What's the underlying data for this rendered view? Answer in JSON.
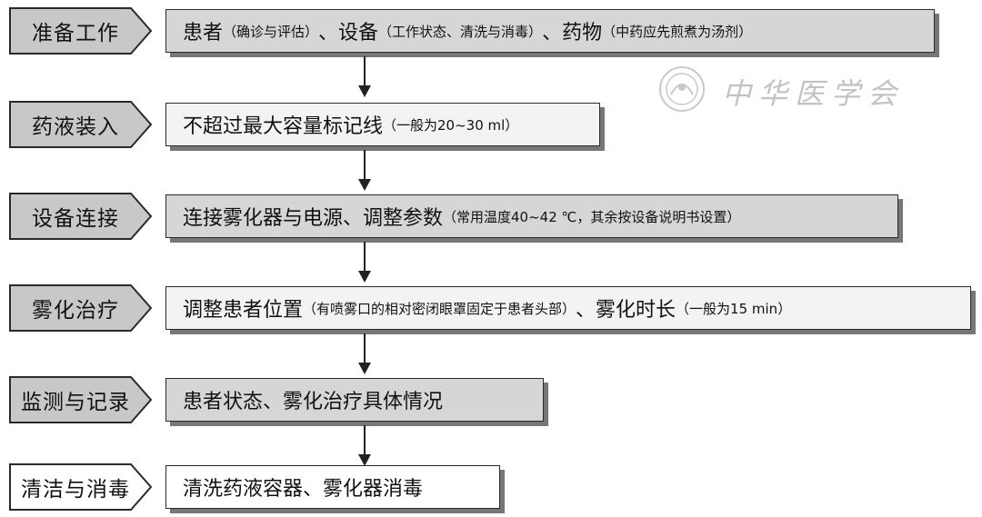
{
  "steps": [
    {
      "label": "准备工作",
      "content": [
        {
          "text": "患者",
          "size": "big"
        },
        {
          "text": "（确诊与评估）",
          "size": "small"
        },
        {
          "text": "、设备",
          "size": "big"
        },
        {
          "text": "（工作状态、清洗与消毒）",
          "size": "small"
        },
        {
          "text": "、药物",
          "size": "big"
        },
        {
          "text": "（中药应先煎煮为汤剂）",
          "size": "small"
        }
      ]
    },
    {
      "label": "药液装入",
      "content": [
        {
          "text": "不超过最大容量标记线",
          "size": "big"
        },
        {
          "text": "（一般为20~30 ml）",
          "size": "small"
        }
      ]
    },
    {
      "label": "设备连接",
      "content": [
        {
          "text": "连接雾化器与电源、调整参数",
          "size": "big"
        },
        {
          "text": "（常用温度40~42 ℃，其余按设备说明书设置）",
          "size": "small"
        }
      ]
    },
    {
      "label": "雾化治疗",
      "content": [
        {
          "text": "调整患者位置",
          "size": "big"
        },
        {
          "text": "（有喷雾口的相对密闭眼罩固定于患者头部）",
          "size": "small"
        },
        {
          "text": "、雾化时长",
          "size": "big"
        },
        {
          "text": "（一般为15 min）",
          "size": "small"
        }
      ]
    },
    {
      "label": "监测与记录",
      "content": [
        {
          "text": "患者状态、雾化治疗具体情况",
          "size": "big"
        }
      ]
    },
    {
      "label": "清洁与消毒",
      "content": [
        {
          "text": "清洗药液容器、雾化器消毒",
          "size": "big"
        }
      ]
    }
  ],
  "watermark": {
    "text": "中华医学会",
    "color": "#888888"
  },
  "colors": {
    "tag_fill": "#c8c8c8",
    "box_dark": "#d6d6d6",
    "box_light": "#f3f3f3",
    "border": "#2a2a2a",
    "arrow": "#222222"
  }
}
